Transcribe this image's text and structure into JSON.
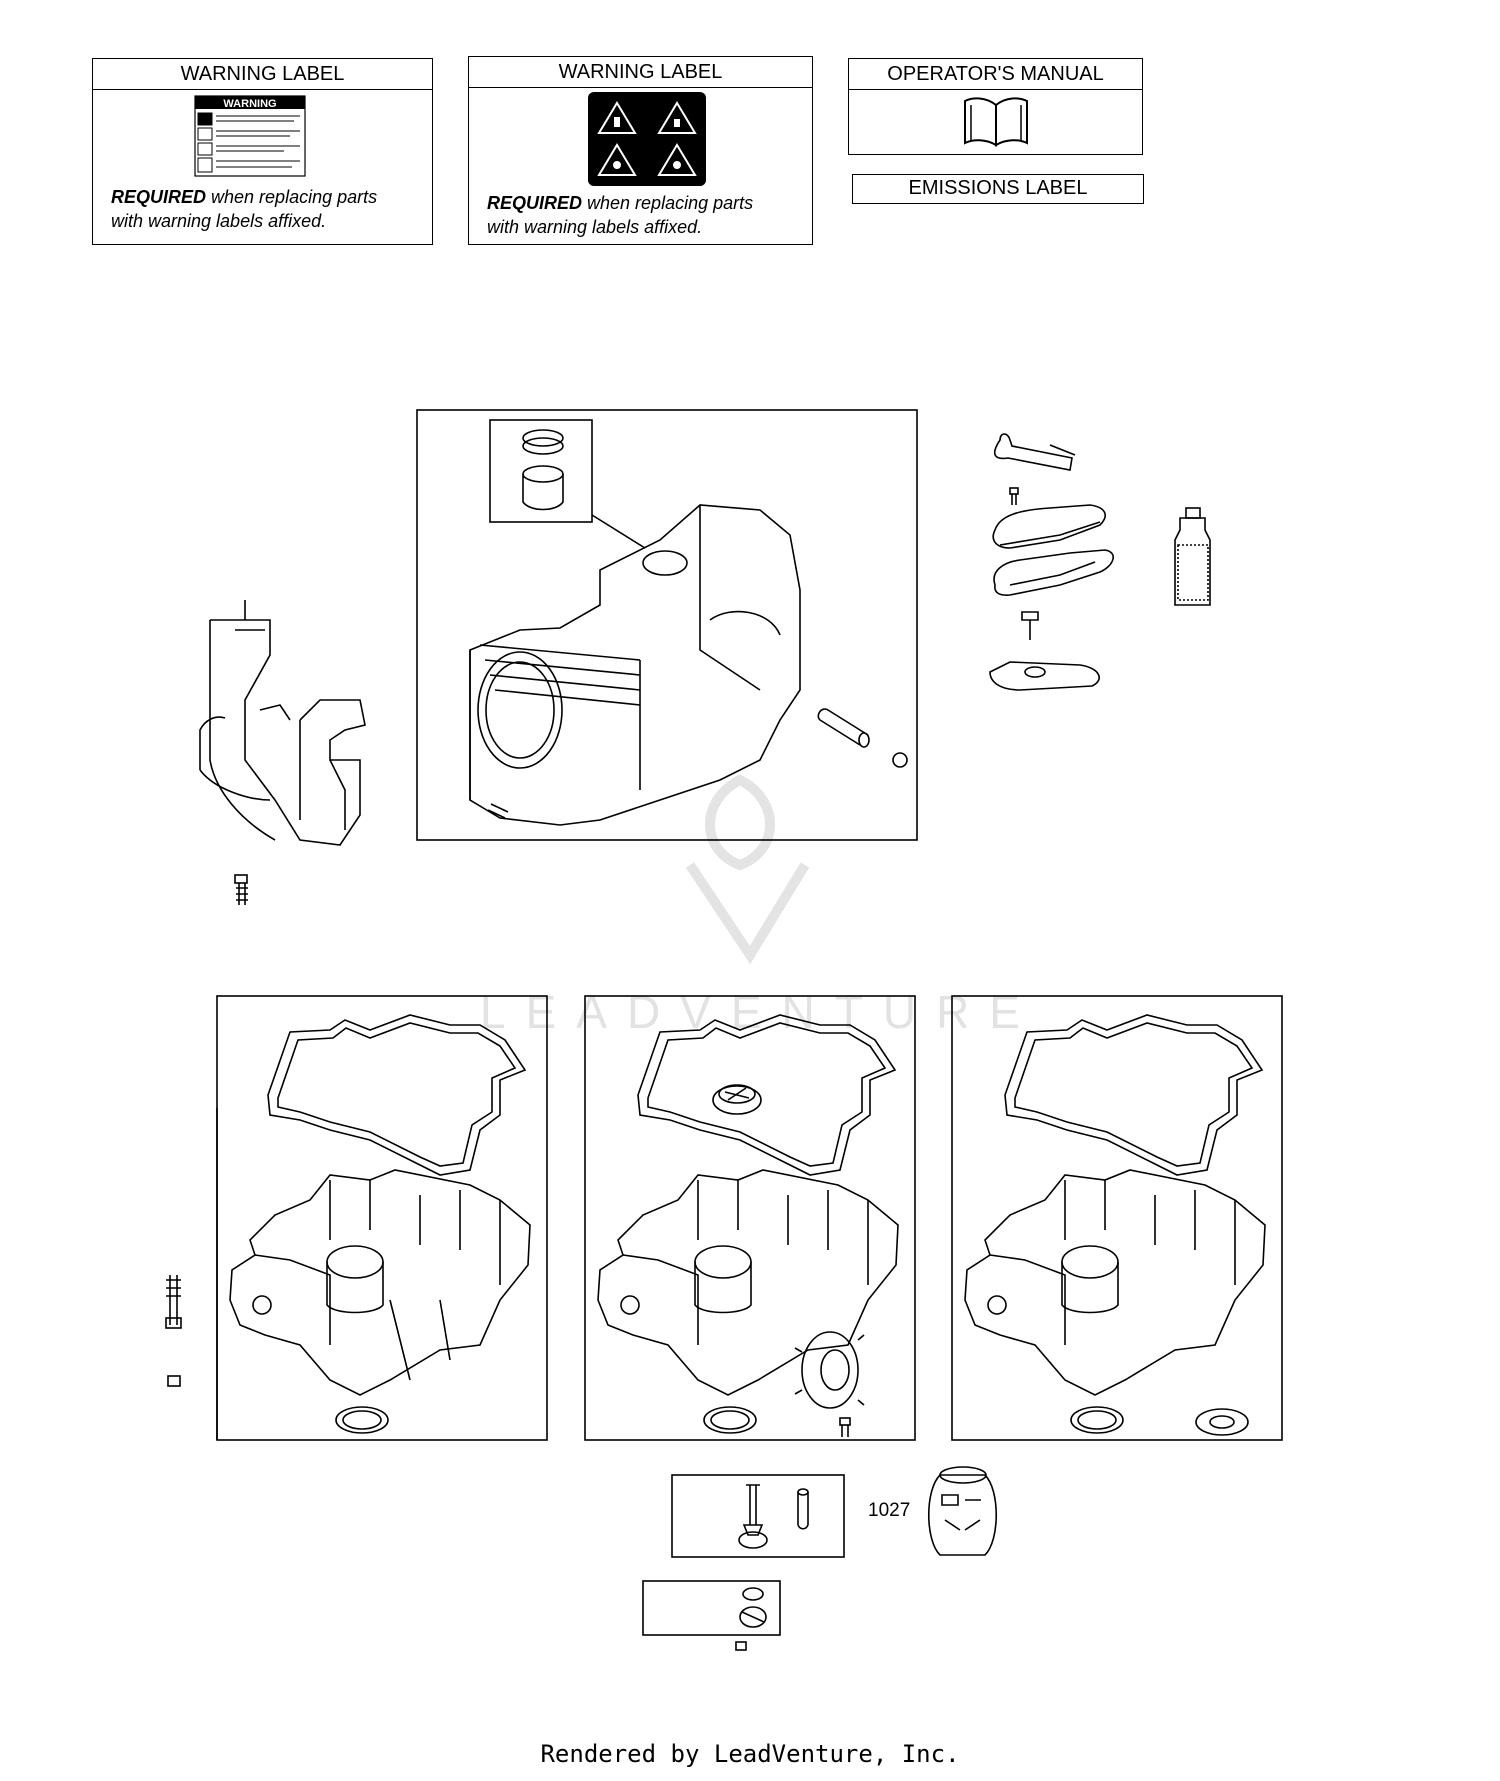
{
  "labels": {
    "warning_1": {
      "title": "WARNING LABEL",
      "mini_header": "WARNING",
      "required_word": "REQUIRED",
      "required_rest": " when replacing parts",
      "line2": "with warning labels affixed."
    },
    "warning_2": {
      "title": "WARNING LABEL",
      "required_word": "REQUIRED",
      "required_rest": " when replacing parts",
      "line2": "with warning labels affixed."
    },
    "operators_manual": {
      "title": "OPERATOR'S MANUAL",
      "icon": "book-icon"
    },
    "emissions": {
      "title": "EMISSIONS LABEL"
    }
  },
  "part_numbers": {
    "oil_filter": "1027"
  },
  "watermark": {
    "text": "LEADVENTURE"
  },
  "footer": {
    "text": "Rendered by LeadVenture, Inc."
  }
}
